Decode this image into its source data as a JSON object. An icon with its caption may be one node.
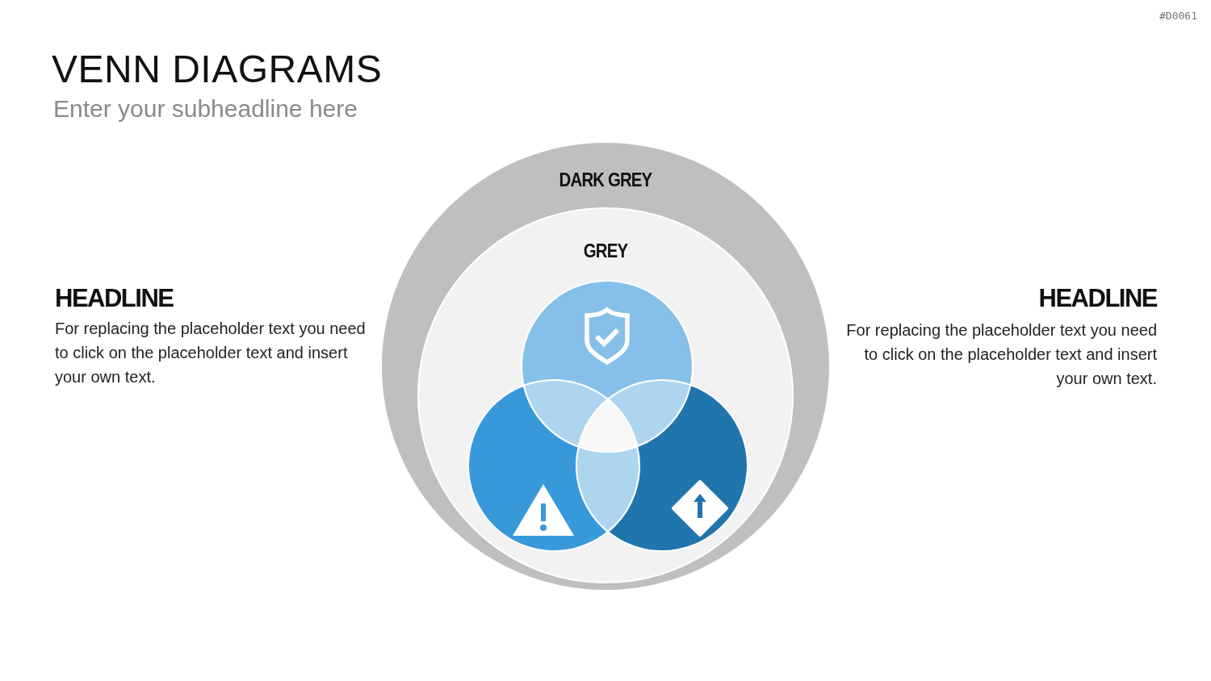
{
  "diagram": {
    "title": "VENN DIAGRAMS",
    "nodes": [
      {
        "text": [
          "DARK GREY"
        ]
      },
      {
        "text": [
          "GREY"
        ],
        "in": 0
      },
      {
        "text": [],
        "shape": "circle",
        "in": 1
      },
      {
        "text": [],
        "shape": "circle",
        "in": 1
      },
      {
        "text": [],
        "shape": "circle",
        "in": 1
      }
    ],
    "labels": [
      "#D0061",
      "Enter your subheadline here",
      "HEADLINE",
      "For replacing the placeholder text you need to click on the placeholder text and insert your own text.",
      "HEADLINE",
      "For replacing the placeholder text you need to click on the placeholder text and insert your own text."
    ]
  }
}
